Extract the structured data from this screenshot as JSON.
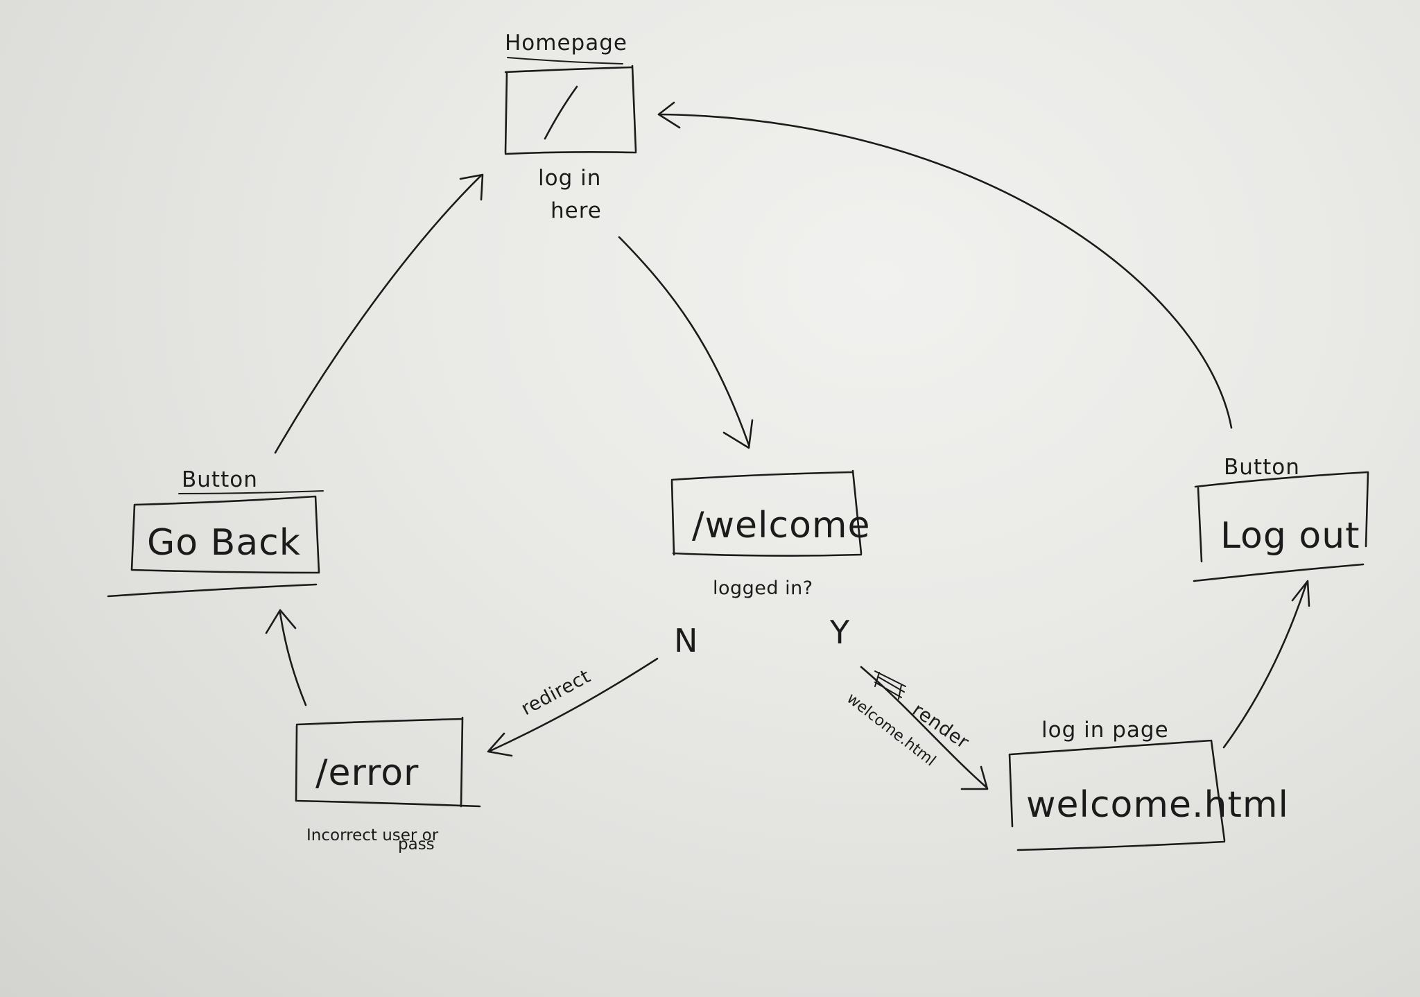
{
  "nodes": {
    "homepage": {
      "title": "Homepage",
      "box_text": "/",
      "note": [
        "log in",
        "here"
      ]
    },
    "welcome": {
      "box_text": "/welcome",
      "note": "logged in?"
    },
    "error": {
      "box_text": "/error",
      "note": [
        "Incorrect user or",
        "pass"
      ]
    },
    "go_back": {
      "title": "Button",
      "box_text": "Go Back"
    },
    "welcome_html": {
      "title": "log in page",
      "box_text": "welcome.html"
    },
    "log_out": {
      "title": "Button",
      "box_text": "Log out"
    }
  },
  "edges": {
    "no_label": "N",
    "yes_label": "Y",
    "redirect_label": "redirect",
    "render_label": "render",
    "render_target": "welcome.html"
  },
  "colors": {
    "ink": "#1b1b1b",
    "paper": "#e9e9e6"
  }
}
